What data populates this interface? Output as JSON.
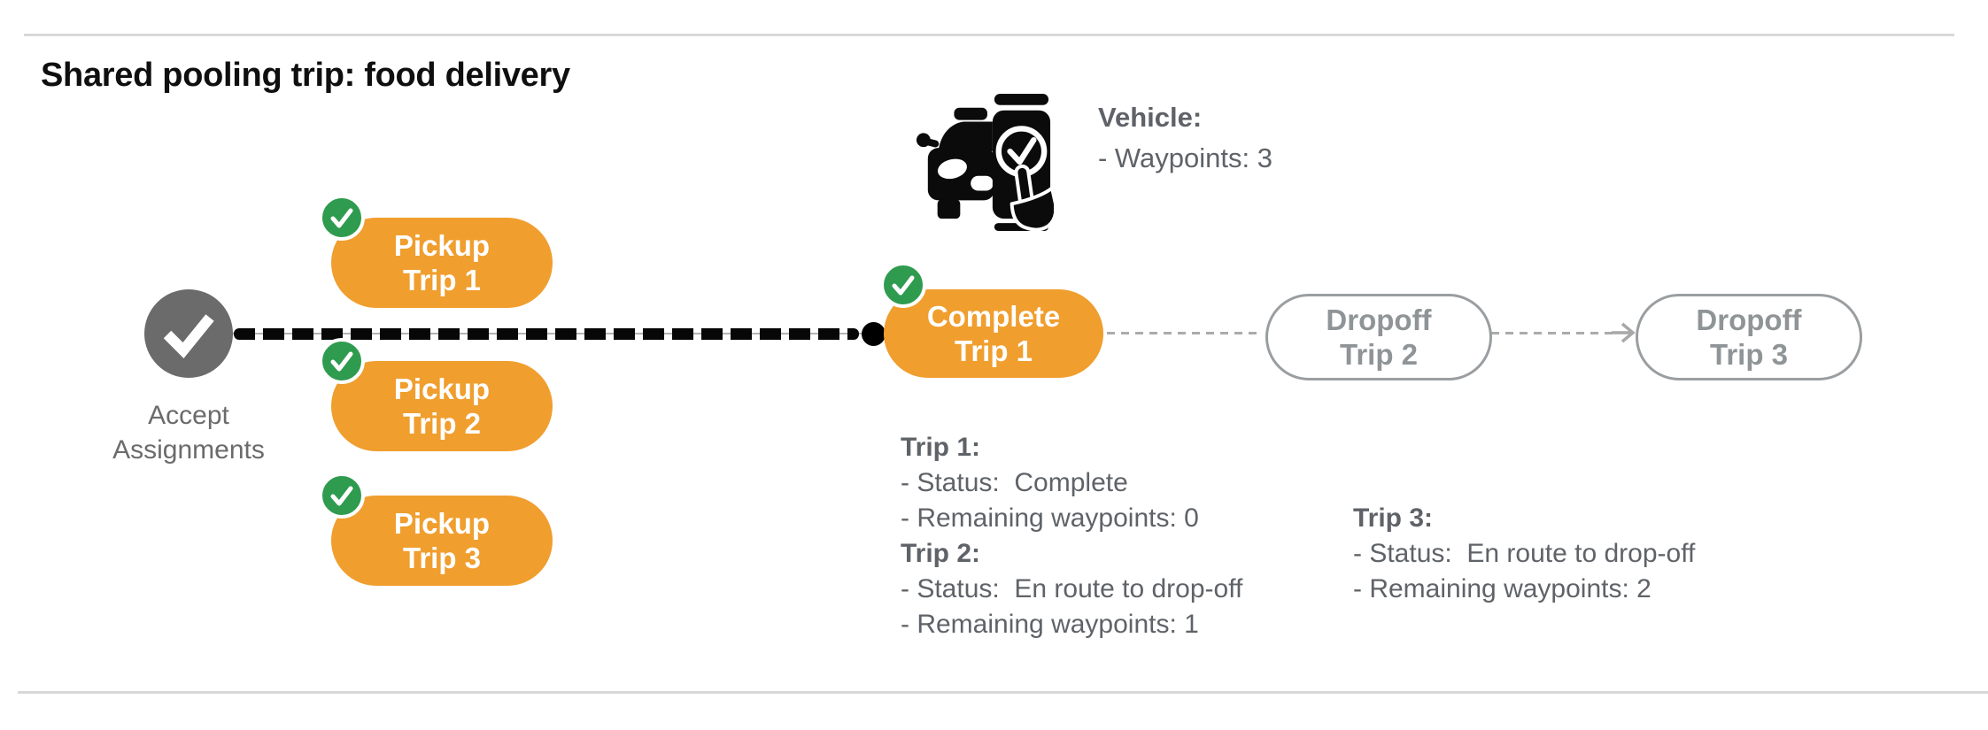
{
  "title": "Shared pooling trip: food delivery",
  "colors": {
    "orange": "#F09E2E",
    "green": "#2F9B4F",
    "node_gray": "#6B6B6B",
    "text_gray": "#5F6368",
    "muted_gray": "#8F9497",
    "divider_gray": "#D8D8D8"
  },
  "vehicle": {
    "icon": "car-phone-check-icon",
    "label": "Vehicle:",
    "waypoints": "- Waypoints: 3"
  },
  "flow": {
    "start": {
      "icon": "check-icon",
      "line1": "Accept",
      "line2": "Assignments"
    },
    "pickups": [
      {
        "badge_icon": "check-badge-icon",
        "line1": "Pickup",
        "line2": "Trip 1"
      },
      {
        "badge_icon": "check-badge-icon",
        "line1": "Pickup",
        "line2": "Trip 2"
      },
      {
        "badge_icon": "check-badge-icon",
        "line1": "Pickup",
        "line2": "Trip 3"
      }
    ],
    "complete": {
      "badge_icon": "check-badge-icon",
      "line1": "Complete",
      "line2": "Trip 1"
    },
    "dropoffs": [
      {
        "line1": "Dropoff",
        "line2": "Trip 2"
      },
      {
        "line1": "Dropoff",
        "line2": "Trip 3"
      }
    ]
  },
  "status": {
    "trip1": {
      "header": "Trip 1:",
      "status": "- Status:  Complete",
      "waypoints": "- Remaining waypoints: 0"
    },
    "trip2": {
      "header": "Trip 2:",
      "status": "- Status:  En route to drop-off",
      "waypoints": "- Remaining waypoints: 1"
    },
    "trip3": {
      "header": "Trip 3:",
      "status": "- Status:  En route to drop-off",
      "waypoints": "- Remaining waypoints: 2"
    }
  }
}
